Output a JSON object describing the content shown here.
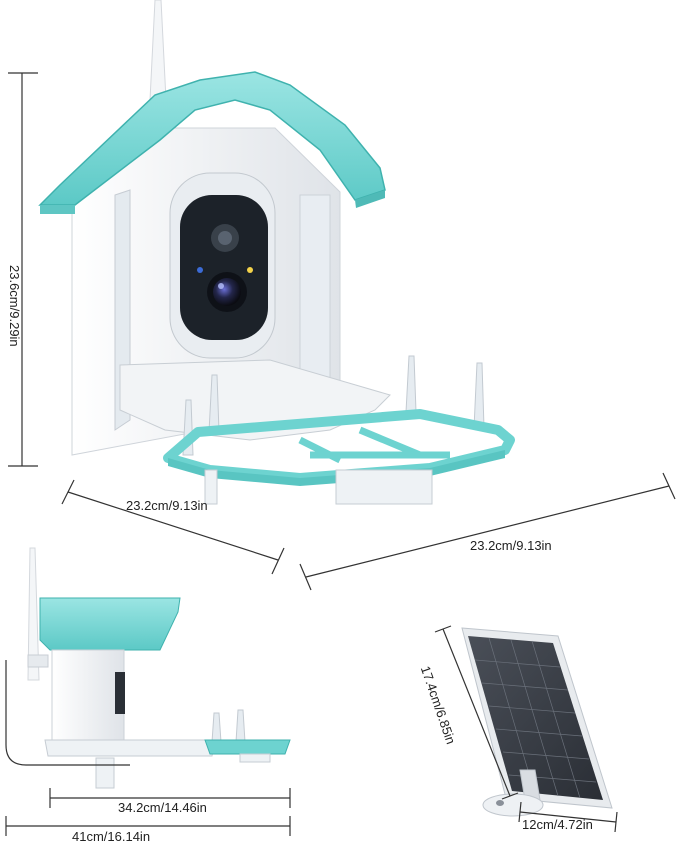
{
  "dimensions": {
    "height": "23.6cm/9.29in",
    "depth": "23.2cm/9.13in",
    "width": "23.2cm/9.13in",
    "side_inner": "34.2cm/14.46in",
    "side_total": "41cm/16.14in",
    "panel_height": "17.4cm/6.85in",
    "panel_width": "12cm/4.72in"
  },
  "colors": {
    "roof": "#7fd8d6",
    "body": "#f1f3f5",
    "camera": "#222a33",
    "panel": "#3c4048"
  }
}
